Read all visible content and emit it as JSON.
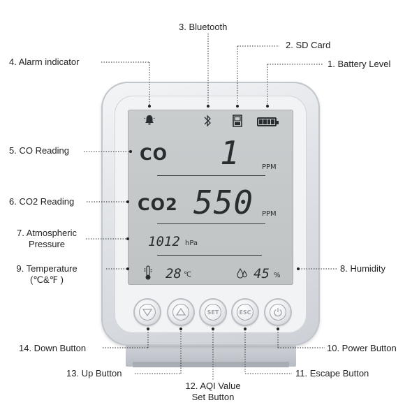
{
  "callouts": {
    "bluetooth": "3. Bluetooth",
    "sd_card": "2. SD Card",
    "alarm": "4. Alarm indicator",
    "battery": "1. Battery Level",
    "co": "5. CO Reading",
    "co2": "6. CO2 Reading",
    "pressure_line1": "7. Atmospheric",
    "pressure_line2": "Pressure",
    "temp_line1": "9. Temperature",
    "temp_line2": "(℃&℉ )",
    "humidity": "8. Humidity",
    "down": "14. Down Button",
    "power": "10. Power Button",
    "up": "13. Up Button",
    "escape": "11. Escape Button",
    "set_line1": "12. AQI Value",
    "set_line2": "Set Button"
  },
  "display": {
    "co_label": "CO",
    "co_value": "1",
    "co_unit": "PPM",
    "co2_label": "CO2",
    "co2_value": "550",
    "co2_unit": "PPM",
    "pressure_value": "1012",
    "pressure_unit": "hPa",
    "temp_value": "28",
    "temp_unit": "℃",
    "humidity_value": "45",
    "humidity_unit": "%",
    "battery_bars": 4
  },
  "buttons": {
    "set": "SET",
    "esc": "ESC"
  },
  "icons": {
    "alarm": "bell-icon",
    "bluetooth": "bluetooth-icon",
    "sd": "sd-card-icon",
    "battery": "battery-icon",
    "thermometer": "thermometer-icon",
    "humidity": "droplet-icon",
    "down": "triangle-down-icon",
    "up": "triangle-up-icon",
    "power": "power-icon"
  }
}
